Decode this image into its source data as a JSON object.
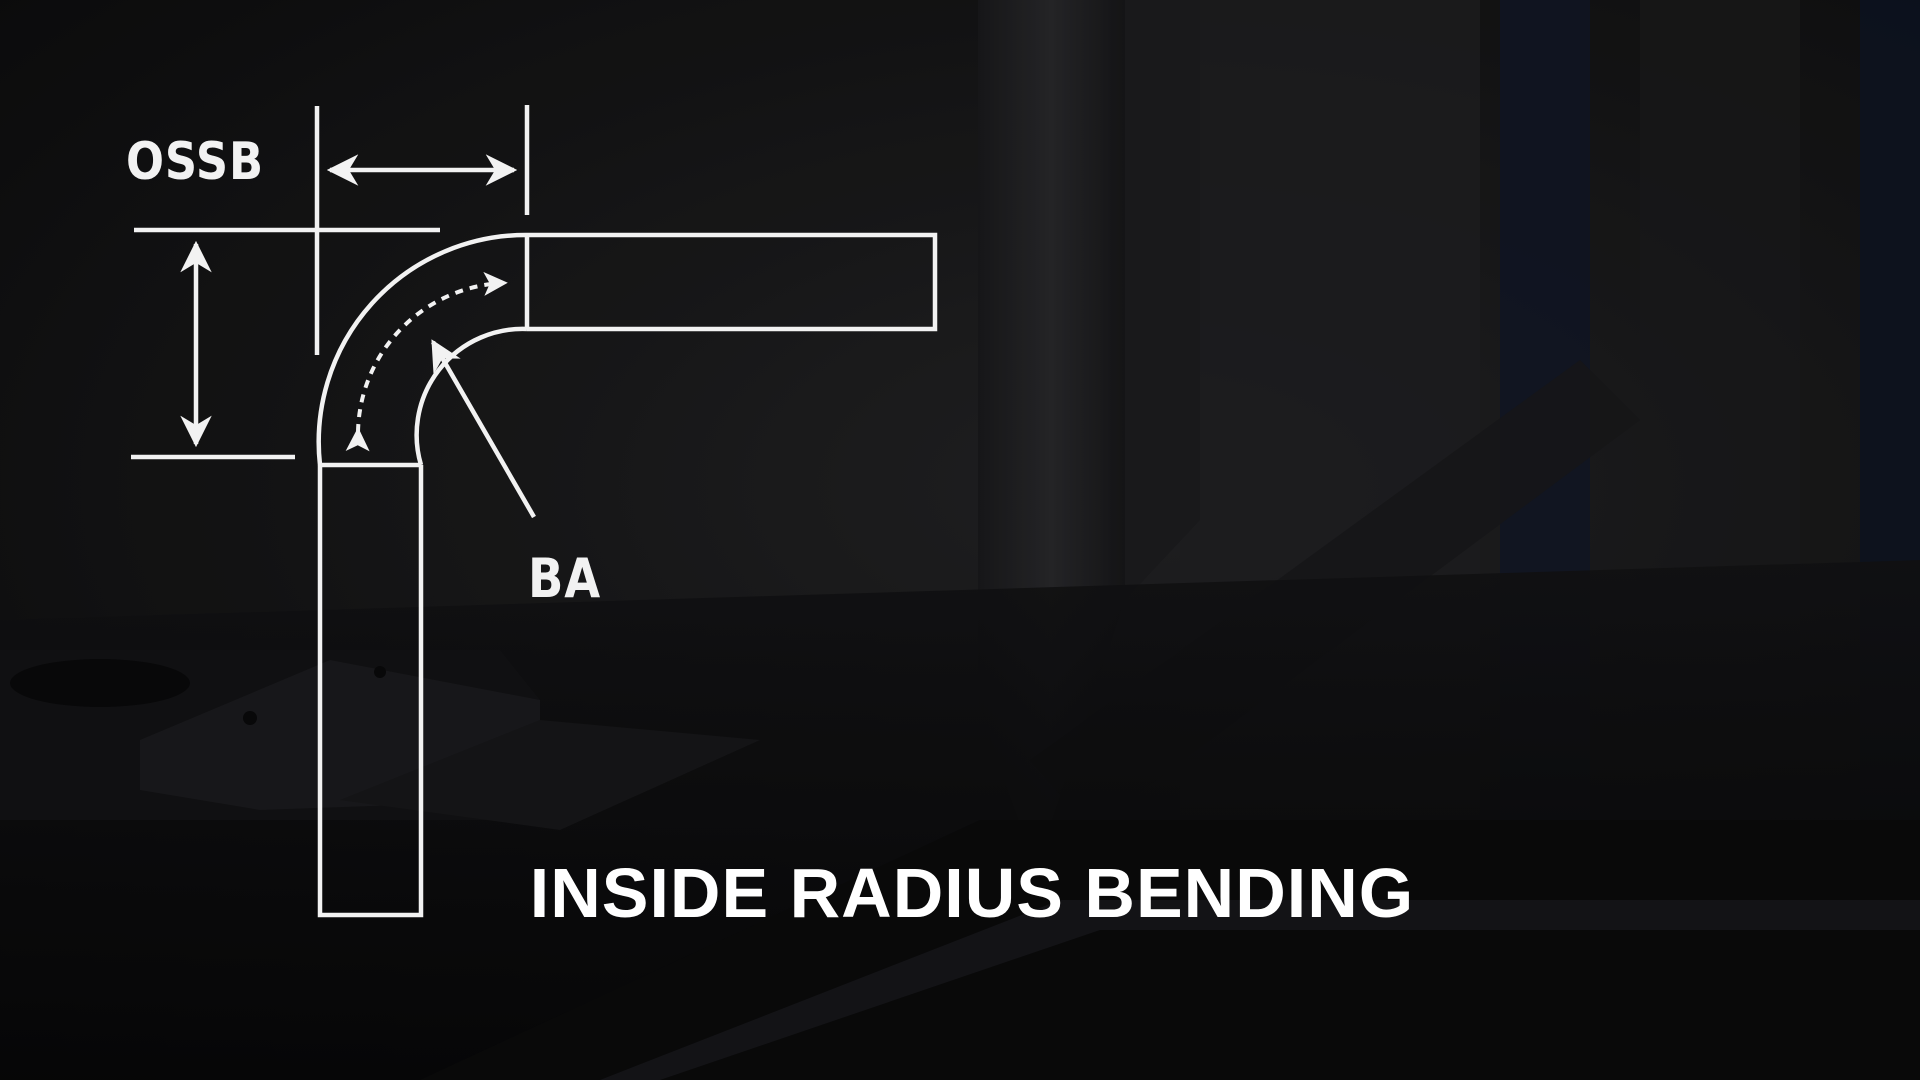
{
  "diagram": {
    "dimension_label_offset": "OSSB",
    "bend_allowance_label": "BA",
    "caption": "INSIDE RADIUS BENDING",
    "colors": {
      "line": "#f2f2f2",
      "text": "#ffffff",
      "background": "#1a1a1b"
    }
  }
}
